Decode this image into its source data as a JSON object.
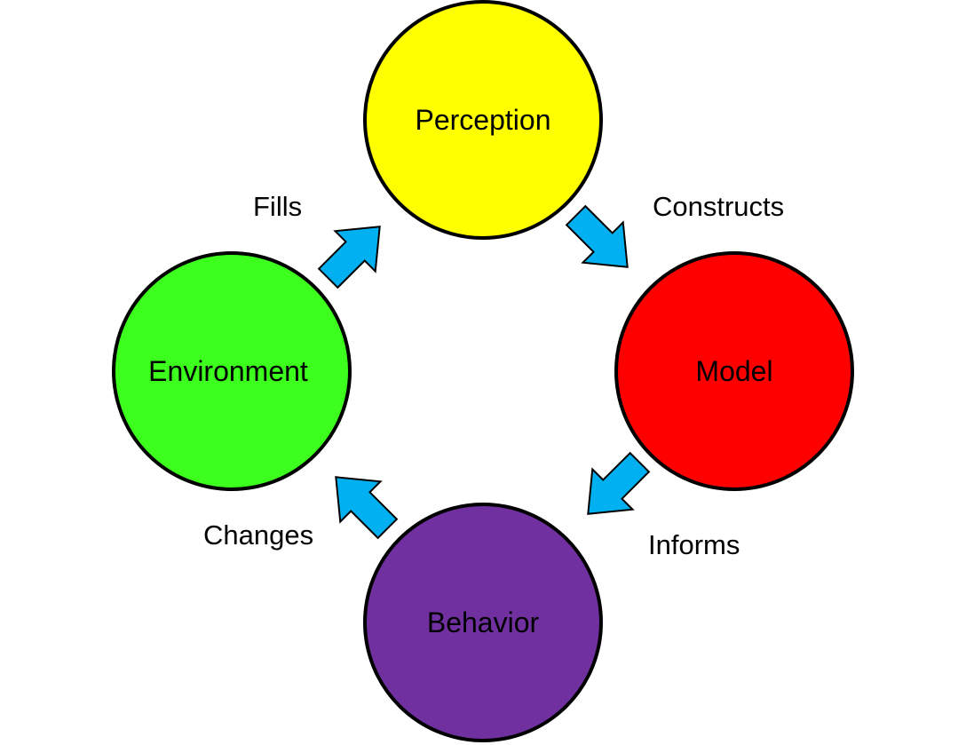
{
  "colors": {
    "perception": "#ffff00",
    "model": "#ff0000",
    "behavior": "#7030a0",
    "environment": "#3cff1e",
    "arrow": "#00b0f0",
    "outline": "#000000"
  },
  "nodes": {
    "perception": {
      "label": "Perception"
    },
    "model": {
      "label": "Model"
    },
    "behavior": {
      "label": "Behavior"
    },
    "environment": {
      "label": "Environment"
    }
  },
  "edges": {
    "constructs": {
      "label": "Constructs",
      "from": "Perception",
      "to": "Model",
      "icon": "arrow-down-right-icon"
    },
    "informs": {
      "label": "Informs",
      "from": "Model",
      "to": "Behavior",
      "icon": "arrow-down-left-icon"
    },
    "changes": {
      "label": "Changes",
      "from": "Behavior",
      "to": "Environment",
      "icon": "arrow-up-left-icon"
    },
    "fills": {
      "label": "Fills",
      "from": "Environment",
      "to": "Perception",
      "icon": "arrow-up-right-icon"
    }
  }
}
